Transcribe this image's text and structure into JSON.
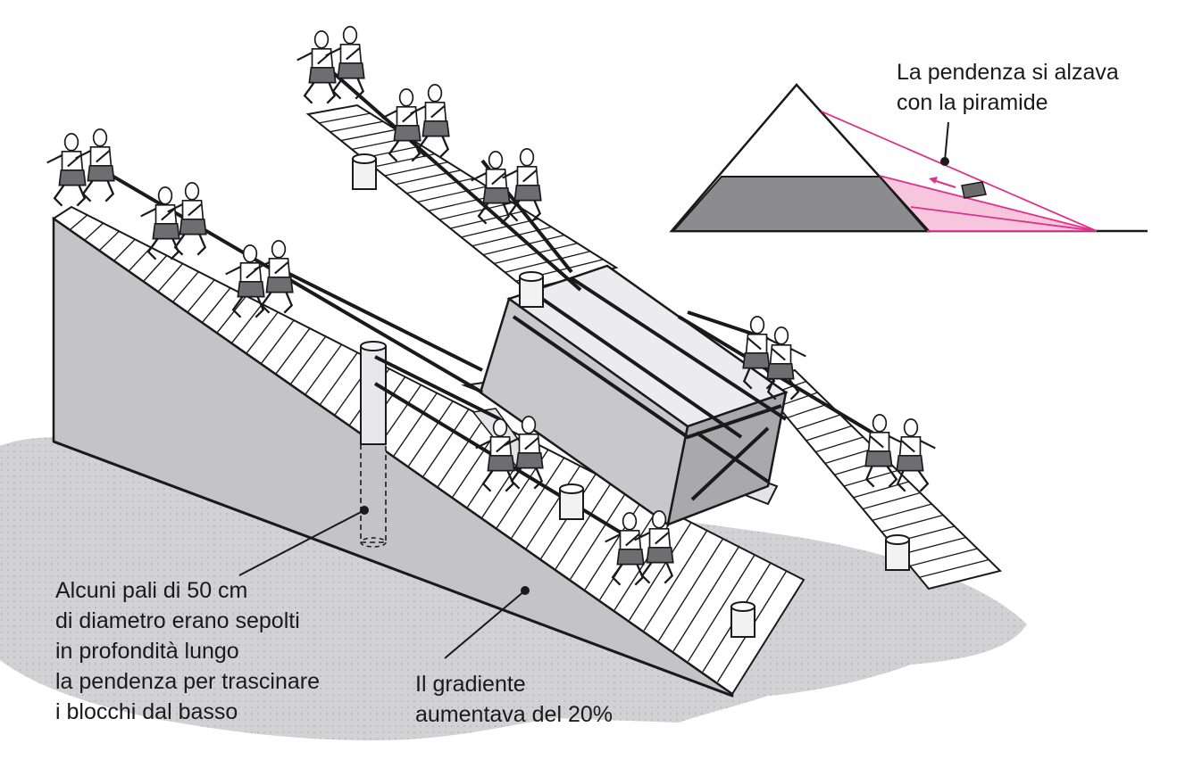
{
  "colors": {
    "ramp_face": "#c4c4c6",
    "ramp_top": "#ffffff",
    "ink": "#1a1a1a",
    "block_front": "#c8c8cb",
    "block_side": "#a9a9ad",
    "skirt": "#8c8c8e",
    "sand": "#cfcfd2",
    "accent": "#e0308a",
    "accent_fill": "#f7c6de"
  },
  "labels": {
    "inset": [
      "La pendenza si alzava",
      "con la piramide"
    ],
    "poles": [
      "Alcuni pali di 50 cm",
      "di diametro erano sepolti",
      "in profondità lungo",
      "la pendenza per trascinare",
      "i blocchi dal basso"
    ],
    "gradient": [
      "Il gradiente",
      "aumentava del 20%"
    ]
  }
}
